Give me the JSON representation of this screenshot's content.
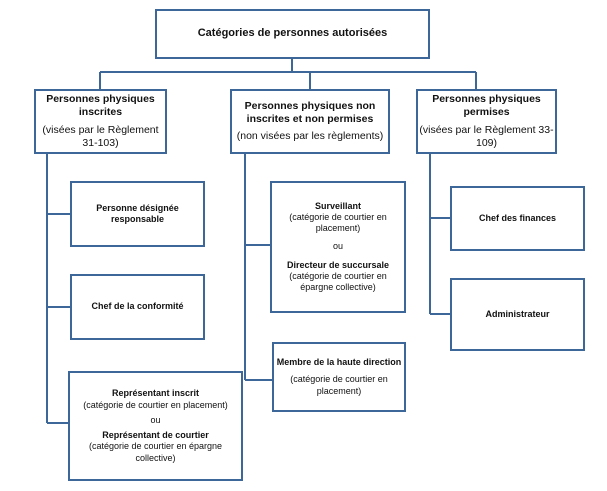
{
  "root": {
    "title": "Catégories de personnes autorisées"
  },
  "columns": [
    {
      "title": "Personnes physiques inscrites",
      "subtitle": "(visées par le Règlement 31-103)"
    },
    {
      "title": "Personnes physiques non inscrites et non permises",
      "subtitle": "(non visées par les règlements)"
    },
    {
      "title": "Personnes physiques permises",
      "subtitle": "(visées par le Règlement 33-109)"
    }
  ],
  "col1_items": {
    "designated": "Personne désignée responsable",
    "compliance": "Chef de la conformité",
    "representative": {
      "title": "Représentant inscrit",
      "note": "(catégorie de courtier en placement)",
      "or": "ou",
      "title2": "Représentant de courtier",
      "note2": "(catégorie de courtier en épargne collective)"
    }
  },
  "col2_items": {
    "supervisor": {
      "title": "Surveillant",
      "note": "(catégorie de courtier en placement)",
      "or": "ou",
      "title2": "Directeur de succursale",
      "note2": "(catégorie de courtier en épargne collective)"
    },
    "management": {
      "title": "Membre de la haute direction",
      "note": "(catégorie de courtier en placement)"
    }
  },
  "col3_items": {
    "finance": "Chef des finances",
    "admin": "Administrateur"
  }
}
